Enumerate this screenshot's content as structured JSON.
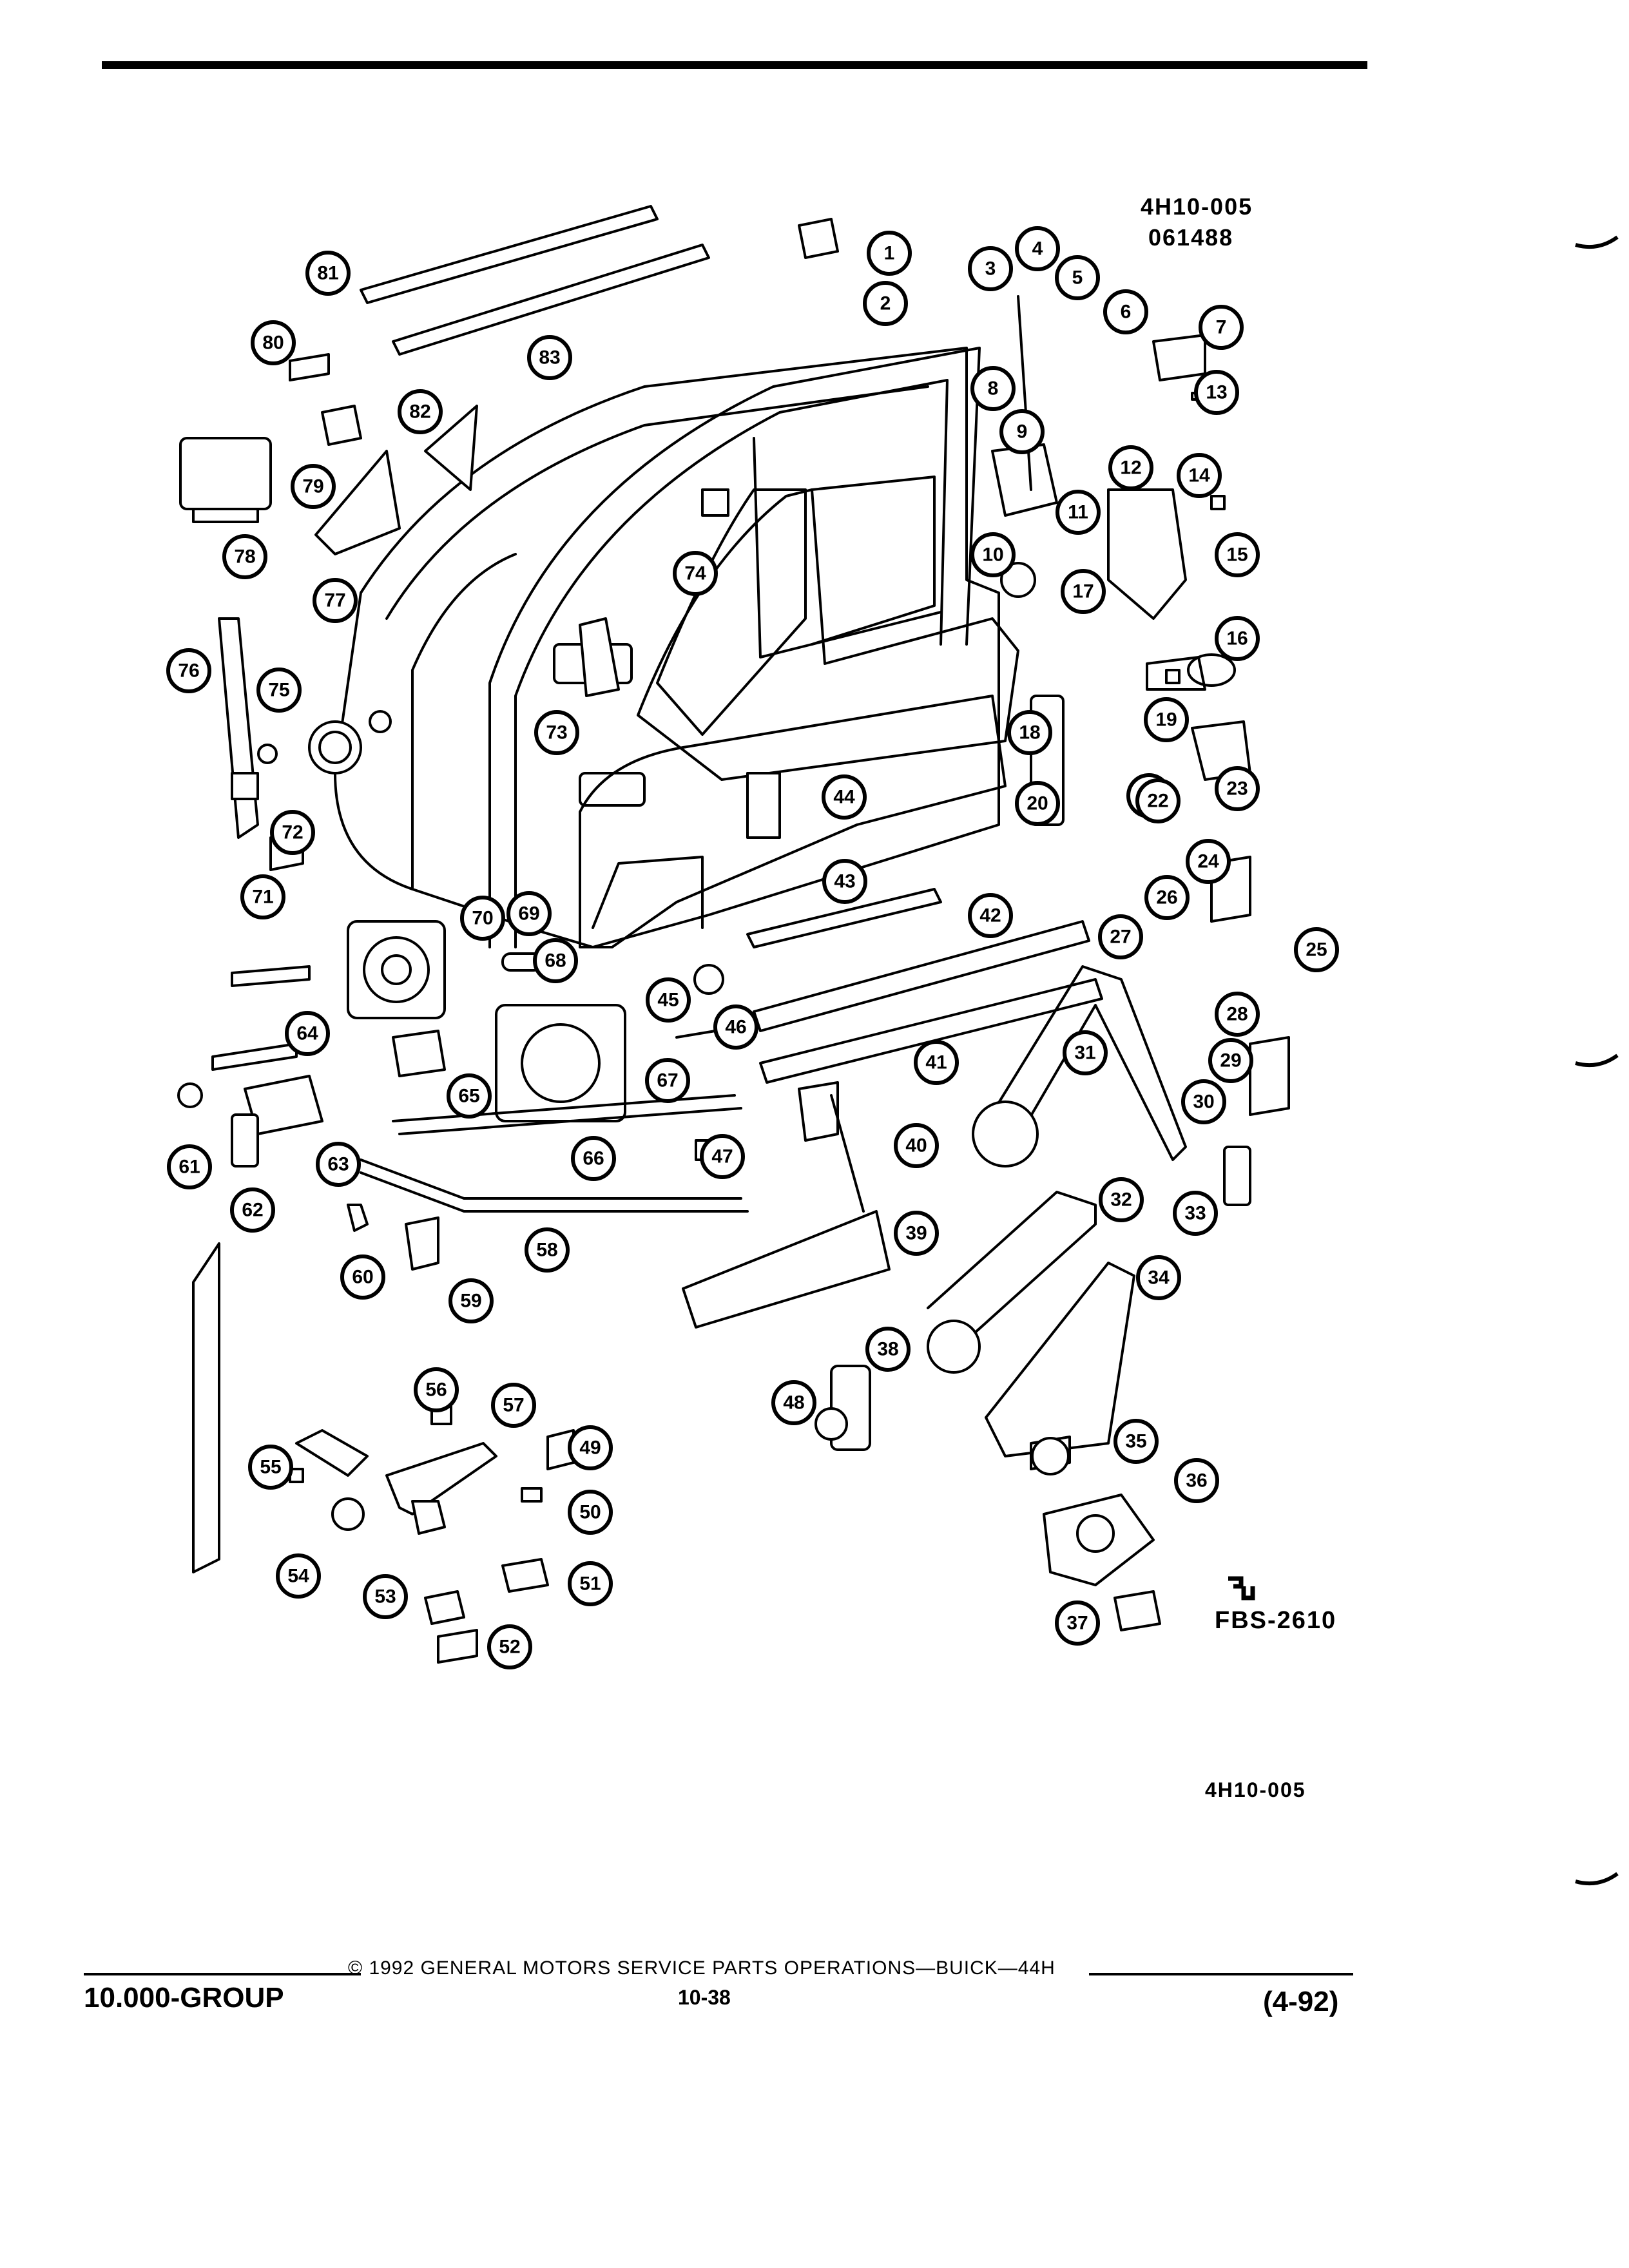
{
  "header": {
    "drawing_number": "4H10-005",
    "date_code": "061488"
  },
  "figure": {
    "fbs_code": "FBS-2610",
    "drawing_ref": "4H10-005",
    "callouts": [
      "1",
      "2",
      "3",
      "4",
      "5",
      "6",
      "7",
      "8",
      "9",
      "10",
      "11",
      "12",
      "13",
      "14",
      "15",
      "16",
      "17",
      "18",
      "19",
      "20",
      "21",
      "22",
      "23",
      "24",
      "25",
      "26",
      "27",
      "28",
      "29",
      "30",
      "31",
      "32",
      "33",
      "34",
      "35",
      "36",
      "37",
      "38",
      "39",
      "40",
      "41",
      "42",
      "43",
      "44",
      "45",
      "46",
      "47",
      "48",
      "49",
      "50",
      "51",
      "52",
      "53",
      "54",
      "55",
      "56",
      "57",
      "58",
      "59",
      "60",
      "61",
      "62",
      "63",
      "64",
      "65",
      "66",
      "67",
      "68",
      "69",
      "70",
      "71",
      "72",
      "73",
      "74",
      "75",
      "76",
      "77",
      "78",
      "79",
      "80",
      "81",
      "82",
      "83"
    ]
  },
  "footer": {
    "group": "10.000-GROUP",
    "copyright": "© 1992 GENERAL MOTORS SERVICE PARTS OPERATIONS—BUICK—44H",
    "page": "10-38",
    "revision": "(4-92)"
  }
}
